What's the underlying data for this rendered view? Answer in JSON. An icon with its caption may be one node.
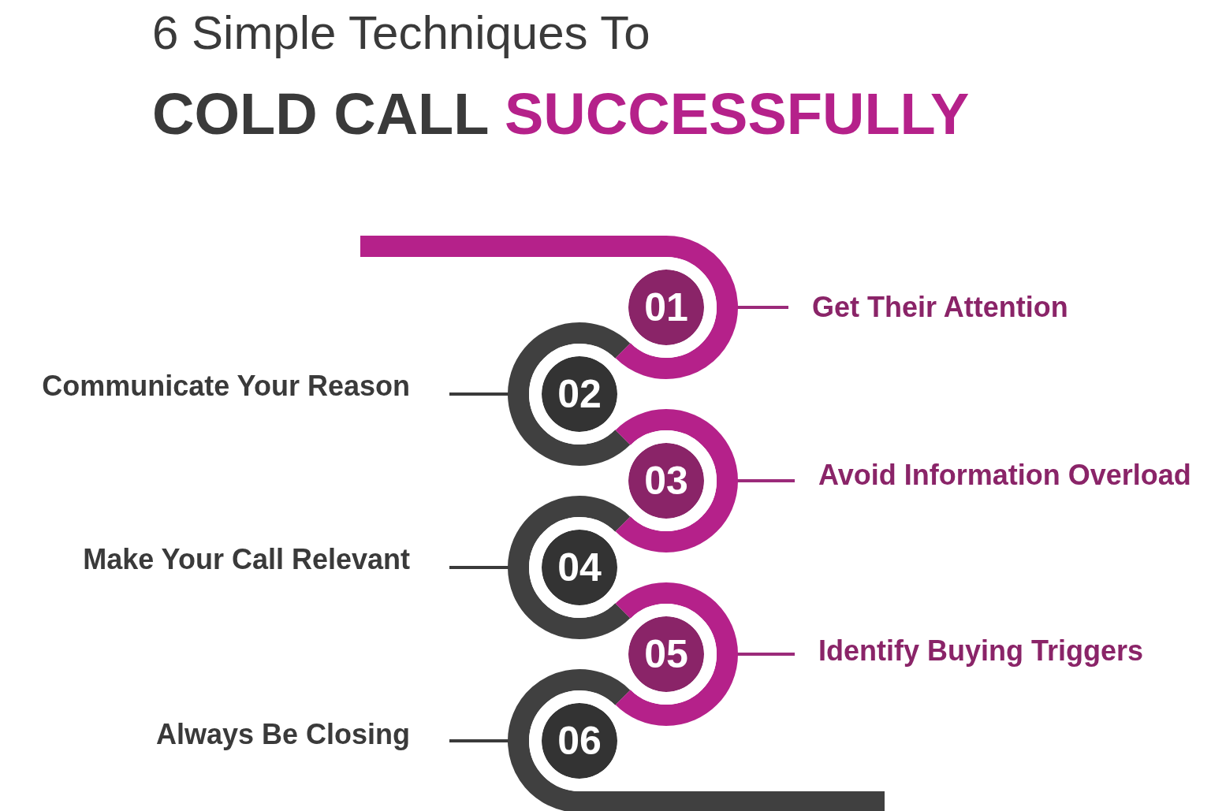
{
  "diagram": {
    "title": "6 Simple Techniques To",
    "nodes": [
      {
        "text": [
          "01"
        ]
      },
      {
        "text": [
          "Get Their Attention"
        ]
      },
      {
        "text": [
          "Communicate Your Reason"
        ]
      },
      {
        "text": [
          "02"
        ]
      },
      {
        "text": [
          "03"
        ]
      },
      {
        "text": [
          "Avoid Information Overload"
        ]
      },
      {
        "text": [
          "Make Your Call Relevant"
        ]
      },
      {
        "text": [
          "04"
        ]
      },
      {
        "text": [
          "05"
        ]
      },
      {
        "text": [
          "Identify Buying Triggers"
        ]
      },
      {
        "text": [
          "Always Be Closing"
        ]
      },
      {
        "text": [
          "06"
        ]
      }
    ],
    "edges": [
      {
        "from": 0,
        "to": 1,
        "arrow": "none",
        "color": "#9b2a7a"
      },
      {
        "from": 3,
        "to": 2,
        "arrow": "none",
        "color": "#3a3a3a"
      },
      {
        "from": 4,
        "to": 5,
        "arrow": "none",
        "color": "#9b2a7a"
      },
      {
        "from": 7,
        "to": 6,
        "arrow": "none",
        "color": "#3a3a3a"
      },
      {
        "from": 8,
        "to": 9,
        "arrow": "none",
        "color": "#9b2a7a"
      },
      {
        "from": 11,
        "to": 10,
        "arrow": "none",
        "color": "#3a3a3a"
      }
    ],
    "labels": [
      "COLD CALL",
      "SUCCESSFULLY"
    ]
  }
}
